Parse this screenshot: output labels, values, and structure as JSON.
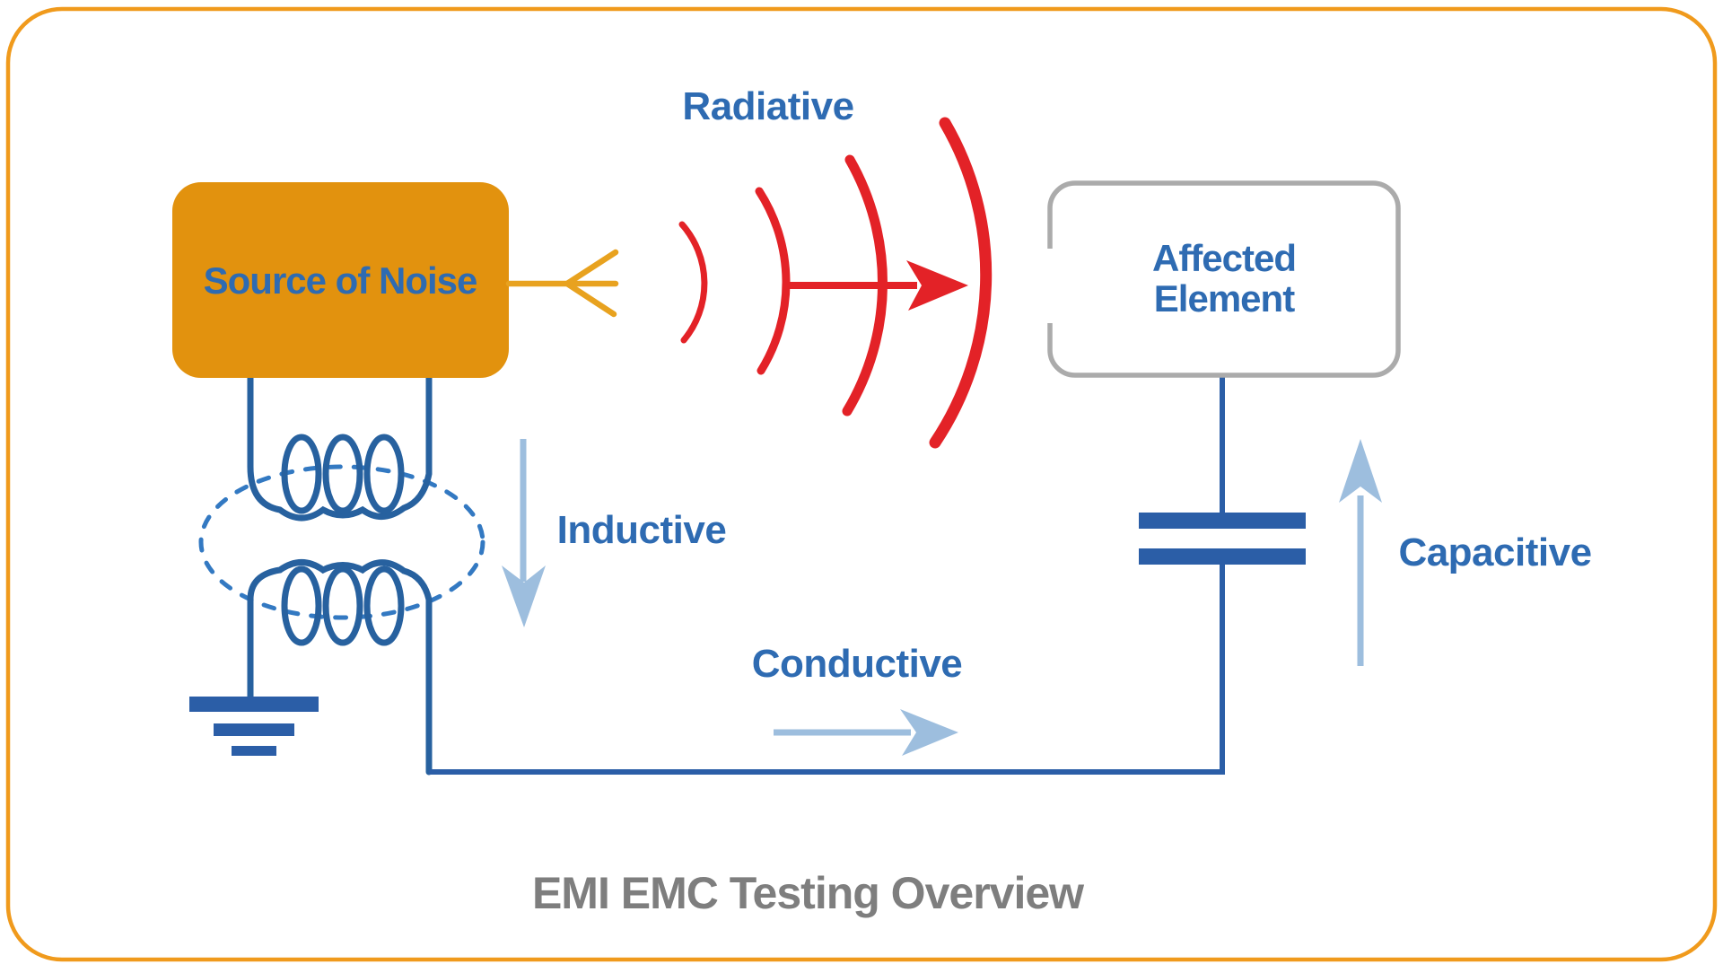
{
  "title": {
    "text": "EMI EMC Testing Overview"
  },
  "source_box": {
    "label": "Source of Noise"
  },
  "affected_box": {
    "line1": "Affected",
    "line2": "Element"
  },
  "coupling_labels": {
    "radiative": "Radiative",
    "inductive": "Inductive",
    "conductive": "Conductive",
    "capacitive": "Capacitive"
  },
  "palette": {
    "border_orange": "#F09A1C",
    "box_orange": "#E2920E",
    "antenna_orange": "#E8A21F",
    "radiation_red": "#E32227",
    "label_blue": "#2E6BB2",
    "wire_blue": "#2B5EA7",
    "coil_blue": "#27619F",
    "dashed_ellipse_blue": "#3379C2",
    "arrow_light_blue": "#9DBEDE",
    "affected_border_gray": "#ABABAB",
    "title_gray": "#7E7E7E"
  }
}
